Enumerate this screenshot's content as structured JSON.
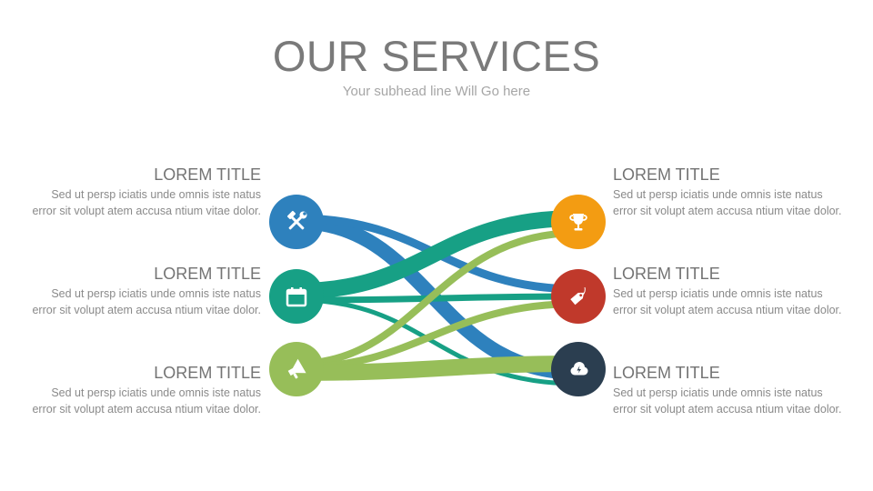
{
  "header": {
    "title": "OUR SERVICES",
    "subtitle": "Your subhead line Will Go here"
  },
  "colors": {
    "blue": "#2e81bd",
    "teal": "#17a085",
    "green": "#97be59",
    "orange": "#f39c12",
    "red": "#c0392b",
    "navy": "#2b3e50",
    "title_text": "#7a7a7a",
    "body_text": "#8a8a8a"
  },
  "left_items": [
    {
      "title": "LOREM TITLE",
      "desc": "Sed ut persp iciatis unde omnis iste natus error sit volupt atem accusa ntium vitae dolor.",
      "icon": "tools-icon",
      "color": "#2e81bd"
    },
    {
      "title": "LOREM TITLE",
      "desc": "Sed ut persp iciatis unde omnis iste natus error sit volupt atem accusa ntium vitae dolor.",
      "icon": "calendar-icon",
      "color": "#17a085"
    },
    {
      "title": "LOREM TITLE",
      "desc": "Sed ut persp iciatis unde omnis iste natus error sit volupt atem accusa ntium vitae dolor.",
      "icon": "megaphone-icon",
      "color": "#97be59"
    }
  ],
  "right_items": [
    {
      "title": "LOREM TITLE",
      "desc": "Sed ut persp iciatis unde omnis iste natus error sit volupt atem accusa ntium vitae dolor.",
      "icon": "trophy-icon",
      "color": "#f39c12"
    },
    {
      "title": "LOREM TITLE",
      "desc": "Sed ut persp iciatis unde omnis iste natus error sit volupt atem accusa ntium vitae dolor.",
      "icon": "price-tag-icon",
      "color": "#c0392b"
    },
    {
      "title": "LOREM TITLE",
      "desc": "Sed ut persp iciatis unde omnis iste natus error sit volupt atem accusa ntium vitae dolor.",
      "icon": "cloud-lightning-icon",
      "color": "#2b3e50"
    }
  ],
  "flows": [
    {
      "from": "left.0",
      "to": "right.2",
      "color": "#2e81bd",
      "weight": 16
    },
    {
      "from": "left.0",
      "to": "right.1",
      "color": "#2e81bd",
      "weight": 9
    },
    {
      "from": "left.1",
      "to": "right.0",
      "color": "#17a085",
      "weight": 18
    },
    {
      "from": "left.1",
      "to": "right.1",
      "color": "#17a085",
      "weight": 7
    },
    {
      "from": "left.1",
      "to": "right.2",
      "color": "#17a085",
      "weight": 5
    },
    {
      "from": "left.2",
      "to": "right.0",
      "color": "#97be59",
      "weight": 8
    },
    {
      "from": "left.2",
      "to": "right.1",
      "color": "#97be59",
      "weight": 8
    },
    {
      "from": "left.2",
      "to": "right.2",
      "color": "#97be59",
      "weight": 18
    }
  ]
}
